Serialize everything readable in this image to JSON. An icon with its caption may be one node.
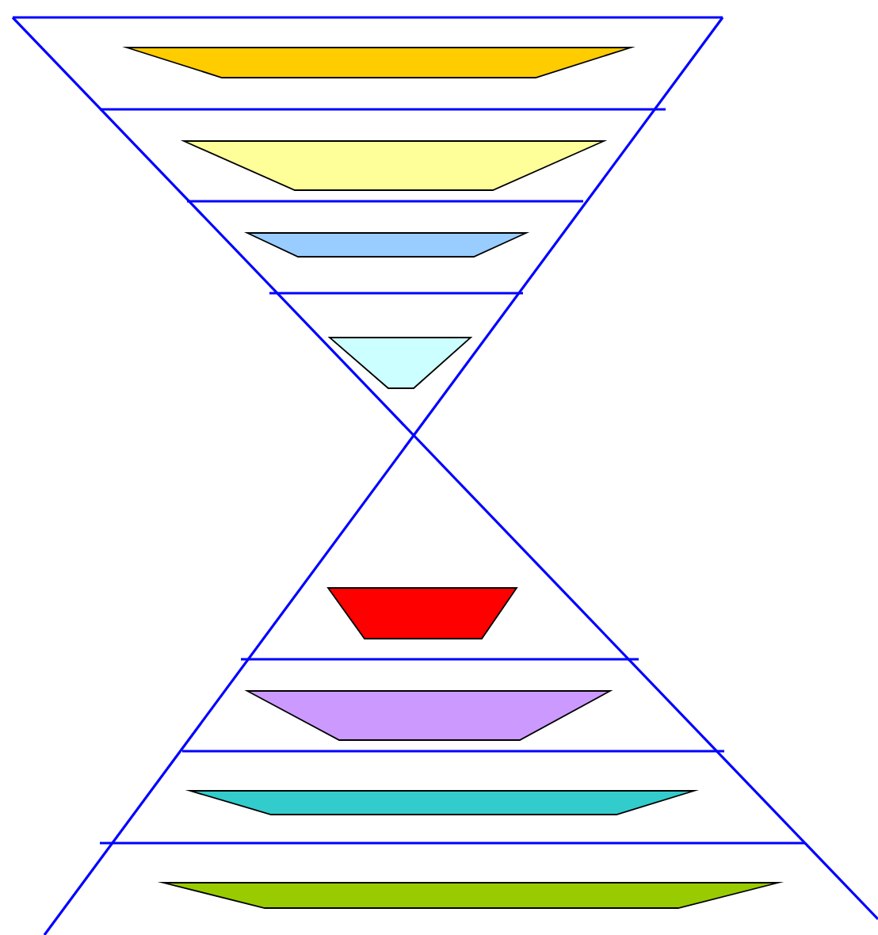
{
  "diagram": {
    "nodes": [
      {
        "text": [],
        "shape": "trapezoid"
      },
      {
        "text": [],
        "shape": "trapezoid"
      },
      {
        "text": [],
        "shape": "trapezoid"
      },
      {
        "text": [],
        "shape": "trapezoid"
      },
      {
        "text": [],
        "shape": "trapezoid"
      },
      {
        "text": [],
        "shape": "trapezoid"
      },
      {
        "text": [],
        "shape": "trapezoid"
      },
      {
        "text": [],
        "shape": "trapezoid"
      }
    ]
  }
}
